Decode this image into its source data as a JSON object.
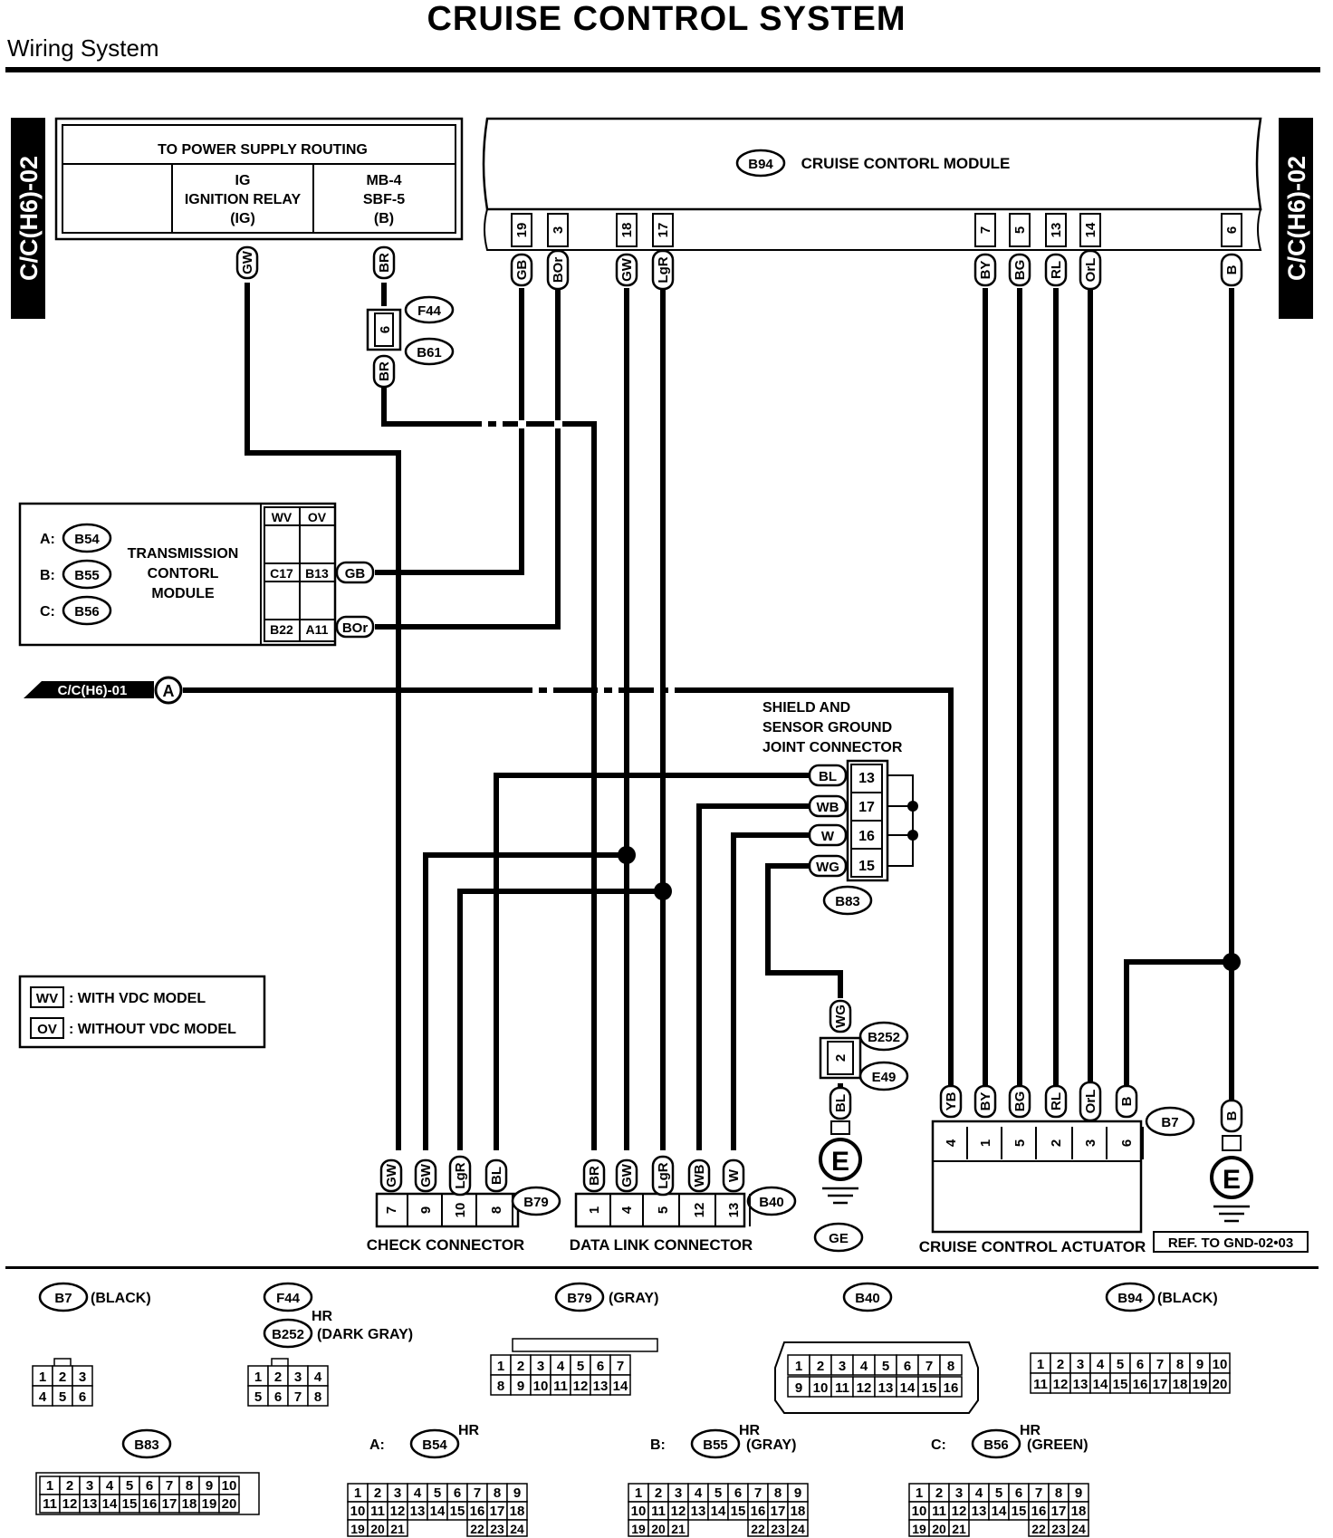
{
  "header": {
    "title": "CRUISE CONTROL SYSTEM",
    "subtitle": "Wiring System",
    "side_tab": "C/C(H6)-02"
  },
  "power_block": {
    "heading": "TO POWER SUPPLY ROUTING",
    "ig_lines": [
      "IG",
      "IGNITION RELAY",
      "(IG)"
    ],
    "mb_lines": [
      "MB-4",
      "SBF-5",
      "(B)"
    ]
  },
  "module": {
    "connector": "B94",
    "title": "CRUISE CONTORL MODULE"
  },
  "module_pins": [
    {
      "pin": "19",
      "wire": "GB"
    },
    {
      "pin": "3",
      "wire": "BOr"
    },
    {
      "pin": "18",
      "wire": "GW"
    },
    {
      "pin": "17",
      "wire": "LgR"
    },
    {
      "pin": "7",
      "wire": "BY"
    },
    {
      "pin": "5",
      "wire": "BG"
    },
    {
      "pin": "13",
      "wire": "RL"
    },
    {
      "pin": "14",
      "wire": "OrL"
    },
    {
      "pin": "6",
      "wire": "B"
    }
  ],
  "power_wires": {
    "ig": "GW",
    "mb": "BR"
  },
  "f44_connector": {
    "top": "F44",
    "bottom": "B61",
    "pin": "6",
    "wire_below": "BR"
  },
  "tcm": {
    "title_lines": [
      "TRANSMISSION",
      "CONTORL",
      "MODULE"
    ],
    "connectors": [
      {
        "prefix": "A:",
        "id": "B54"
      },
      {
        "prefix": "B:",
        "id": "B55"
      },
      {
        "prefix": "C:",
        "id": "B56"
      }
    ],
    "grid_headers": [
      "WV",
      "OV"
    ],
    "row1": {
      "wv": "C17",
      "ov": "B13",
      "wire": "GB"
    },
    "row2": {
      "wv": "B22",
      "ov": "A11",
      "wire": "BOr"
    }
  },
  "cc01_ref": {
    "label": "C/C(H6)-01",
    "point": "A"
  },
  "shield": {
    "title_lines": [
      "SHIELD AND",
      "SENSOR GROUND",
      "JOINT CONNECTOR"
    ],
    "connector": "B83",
    "pins": [
      {
        "wire": "BL",
        "pin": "13"
      },
      {
        "wire": "WB",
        "pin": "17"
      },
      {
        "wire": "W",
        "pin": "16"
      },
      {
        "wire": "WG",
        "pin": "15"
      }
    ]
  },
  "b252": {
    "wire_top": "WG",
    "pin": "2",
    "top": "B252",
    "bottom": "E49",
    "wire_bottom": "BL",
    "ground": "E",
    "ground_label": "GE"
  },
  "legend": {
    "items": [
      {
        "code": "WV",
        "text": ": WITH VDC MODEL"
      },
      {
        "code": "OV",
        "text": ": WITHOUT VDC MODEL"
      }
    ]
  },
  "check_connector": {
    "label": "CHECK CONNECTOR",
    "id": "B79",
    "wires": [
      "GW",
      "GW",
      "LgR",
      "BL"
    ],
    "pins": [
      "7",
      "9",
      "10",
      "8"
    ]
  },
  "data_link": {
    "label": "DATA LINK CONNECTOR",
    "id": "B40",
    "wires": [
      "BR",
      "GW",
      "LgR",
      "WB",
      "W"
    ],
    "pins": [
      "1",
      "4",
      "5",
      "12",
      "13"
    ]
  },
  "actuator": {
    "label": "CRUISE CONTROL ACTUATOR",
    "id": "B7",
    "wires": [
      "YB",
      "BY",
      "BG",
      "RL",
      "OrL",
      "B"
    ],
    "pins": [
      "4",
      "1",
      "5",
      "2",
      "3",
      "6"
    ]
  },
  "right_ground": {
    "wire": "B",
    "ground": "E",
    "ref": "REF. TO GND-02•03"
  },
  "connector_views": {
    "b7": {
      "id": "B7",
      "color": "(BLACK)",
      "rows": [
        [
          "1",
          "2",
          "3"
        ],
        [
          "4",
          "5",
          "6"
        ]
      ]
    },
    "f44": {
      "id": "F44",
      "id2": "B252",
      "hr": "HR",
      "color": "(DARK GRAY)",
      "rows": [
        [
          "1",
          "2",
          "3",
          "4"
        ],
        [
          "5",
          "6",
          "7",
          "8"
        ]
      ]
    },
    "b79": {
      "id": "B79",
      "color": "(GRAY)",
      "row1": [
        "1",
        "2",
        "3",
        "4",
        "5",
        "6",
        "7"
      ],
      "row2": [
        "8",
        "9",
        "10",
        "11",
        "12",
        "13",
        "14"
      ]
    },
    "b40": {
      "id": "B40",
      "row1": [
        "1",
        "2",
        "3",
        "4",
        "5",
        "6",
        "7",
        "8"
      ],
      "row2": [
        "9",
        "10",
        "11",
        "12",
        "13",
        "14",
        "15",
        "16"
      ]
    },
    "b94": {
      "id": "B94",
      "color": "(BLACK)",
      "row1": [
        "1",
        "2",
        "3",
        "4",
        "5",
        "6",
        "7",
        "8",
        "9",
        "10"
      ],
      "row2": [
        "11",
        "12",
        "13",
        "14",
        "15",
        "16",
        "17",
        "18",
        "19",
        "20"
      ]
    },
    "b83": {
      "id": "B83",
      "row1": [
        "1",
        "2",
        "3",
        "4",
        "5",
        "6",
        "7",
        "8",
        "9",
        "10"
      ],
      "row2": [
        "11",
        "12",
        "13",
        "14",
        "15",
        "16",
        "17",
        "18",
        "19",
        "20"
      ]
    },
    "b54": {
      "prefix": "A:",
      "id": "B54",
      "hr": "HR",
      "color": ""
    },
    "b55": {
      "prefix": "B:",
      "id": "B55",
      "hr": "HR",
      "color": "(GRAY)"
    },
    "b56": {
      "prefix": "C:",
      "id": "B56",
      "hr": "HR",
      "color": "(GREEN)"
    },
    "b5x_rows": [
      [
        "1",
        "2",
        "3",
        "4",
        "5",
        "6",
        "7",
        "8",
        "9"
      ],
      [
        "10",
        "11",
        "12",
        "13",
        "14",
        "15",
        "16",
        "17",
        "18"
      ],
      [
        "19",
        "20",
        "21",
        "22",
        "23",
        "24"
      ]
    ]
  }
}
